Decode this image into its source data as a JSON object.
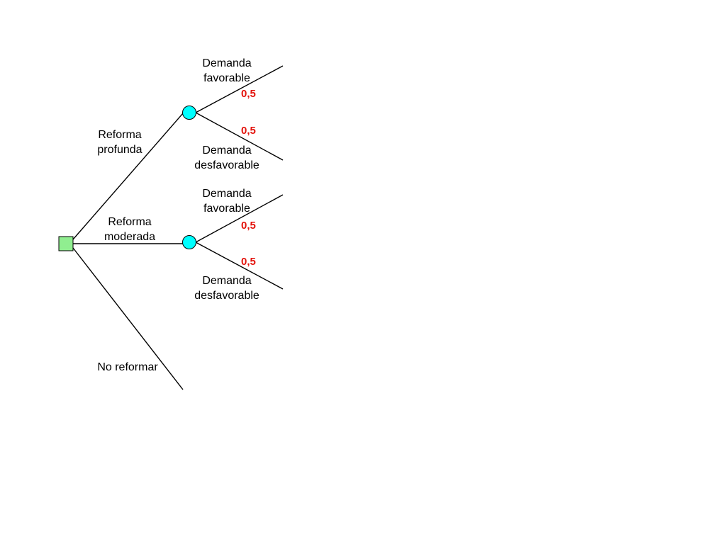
{
  "colors": {
    "decision_node": "#90ee90",
    "chance_node": "#00ffff",
    "line": "#000000",
    "probability": "#e3120b"
  },
  "decision": {
    "options": [
      {
        "label": "Reforma\nprofunda"
      },
      {
        "label": "Reforma\nmoderada"
      },
      {
        "label": "No reformar"
      }
    ]
  },
  "chance_nodes": [
    {
      "branches": [
        {
          "label": "Demanda\nfavorable",
          "probability": "0,5"
        },
        {
          "label": "Demanda\ndesfavorable",
          "probability": "0,5"
        }
      ]
    },
    {
      "branches": [
        {
          "label": "Demanda\nfavorable",
          "probability": "0,5"
        },
        {
          "label": "Demanda\ndesfavorable",
          "probability": "0,5"
        }
      ]
    }
  ]
}
